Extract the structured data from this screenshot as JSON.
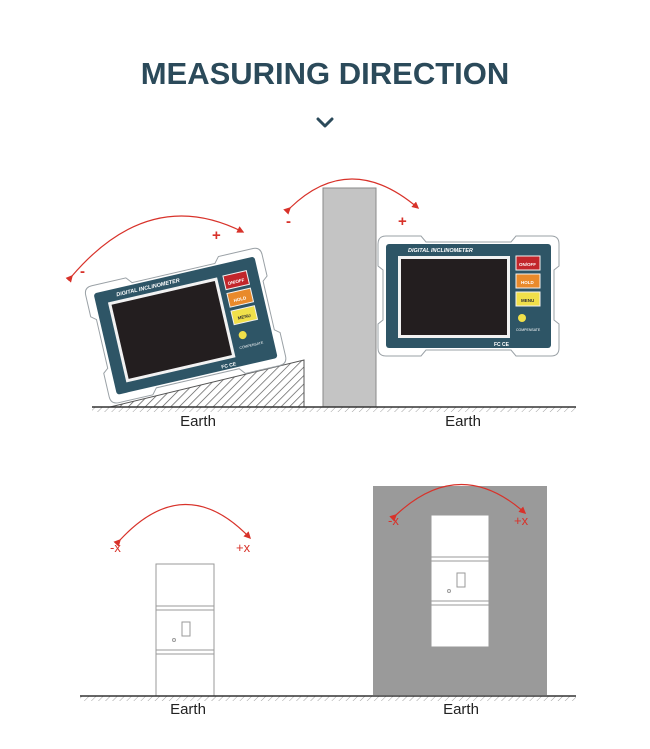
{
  "header": {
    "title": "MEASURING DIRECTION",
    "chevron_icon": "chevron-down-icon"
  },
  "device": {
    "brand_label": "DIGITAL INCLINOMETER",
    "buttons": [
      "ON/OFF",
      "HOLD",
      "MENU"
    ],
    "small_label": "COMPENSATE",
    "cert_label": "FC CE"
  },
  "ground_label": "Earth",
  "scenes": {
    "top_left": {
      "plus": "+",
      "minus": "-",
      "ground": "Earth"
    },
    "top_right": {
      "plus": "+",
      "minus": "-",
      "ground": "Earth"
    },
    "bottom_left": {
      "plus": "+x",
      "minus": "-x",
      "ground": "Earth"
    },
    "bottom_right": {
      "plus": "+x",
      "minus": "-x",
      "ground": "Earth"
    }
  },
  "colors": {
    "title": "#2b4a5a",
    "device_body": "#2e5566",
    "screen": "#231e1f",
    "arrow": "#d8322a",
    "wall": "#c4c4c4",
    "wall_dark": "#9a9a9a",
    "btn_red": "#c2262b",
    "btn_orange": "#e98a2b",
    "btn_yellow": "#f1e04a"
  }
}
